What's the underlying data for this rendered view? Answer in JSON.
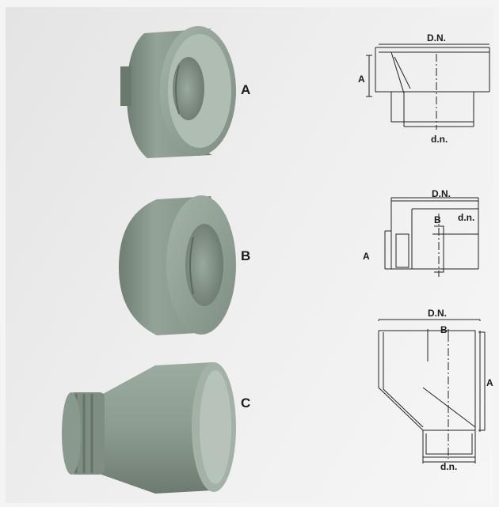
{
  "products": [
    {
      "label": "A",
      "dims": {
        "outer": "D.N.",
        "inner": "d.n.",
        "height": "A"
      }
    },
    {
      "label": "B",
      "dims": {
        "outer": "D.N.",
        "inner": "d.n.",
        "height": "A",
        "offset": "B"
      }
    },
    {
      "label": "C",
      "dims": {
        "outer": "D.N.",
        "inner": "d.n.",
        "height": "A",
        "offset": "B"
      }
    }
  ],
  "colors": {
    "pipe": "#8c9c8f",
    "pipe_dark": "#6e7c71",
    "pipe_light": "#a9b7ab",
    "background": "#ececec"
  }
}
